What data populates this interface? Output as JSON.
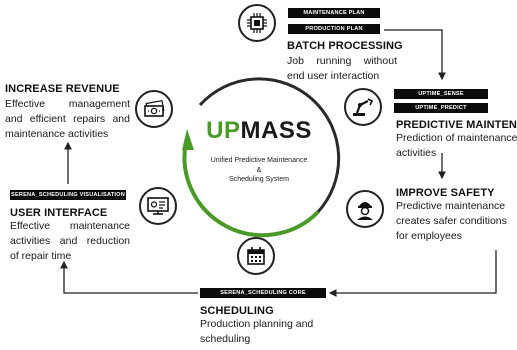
{
  "logo": {
    "part1": "UP",
    "part2": "MASS"
  },
  "subtitle": {
    "line1": "Unified Predictive Maintenance",
    "line2": "&",
    "line3": "Scheduling System"
  },
  "nodes": {
    "batch": {
      "tags": [
        "MAINTENANCE PLAN",
        "PRODUCTION PLAN"
      ],
      "title": "BATCH PROCESSING",
      "lines": [
        "Job running without",
        "end user interaction"
      ],
      "icon": "chip-icon"
    },
    "predictive": {
      "tags": [
        "UPTIME_SENSE",
        "UPTIME_PREDICT"
      ],
      "title": "PREDICTIVE MAINTENANC",
      "lines": [
        "Prediction of maintenance",
        "activities"
      ],
      "icon": "robot-arm-icon"
    },
    "safety": {
      "title": "IMPROVE SAFETY",
      "lines": [
        "Predictive maintenance",
        "creates safer conditions",
        "for employees"
      ],
      "icon": "worker-icon"
    },
    "scheduling": {
      "tag": "SERENA_SCHEDULING CORE",
      "title": "SCHEDULING",
      "lines": [
        "Production planning and",
        "scheduling"
      ],
      "icon": "calendar-icon"
    },
    "ui": {
      "tag": "SERENA_SCHEDULING VISUALISATION",
      "title": "USER INTERFACE",
      "lines": [
        "Effective maintenance",
        "activities and reduction",
        "of repair time"
      ],
      "icon": "monitor-icon"
    },
    "revenue": {
      "title": "INCREASE REVENUE",
      "lines": [
        "Effective management",
        "and efficient repairs and",
        "maintenance activities"
      ],
      "icon": "money-icon"
    }
  },
  "colors": {
    "green": "#4a9a2a",
    "dark": "#1a1a1a",
    "tag_bg": "#0b0b0b"
  }
}
